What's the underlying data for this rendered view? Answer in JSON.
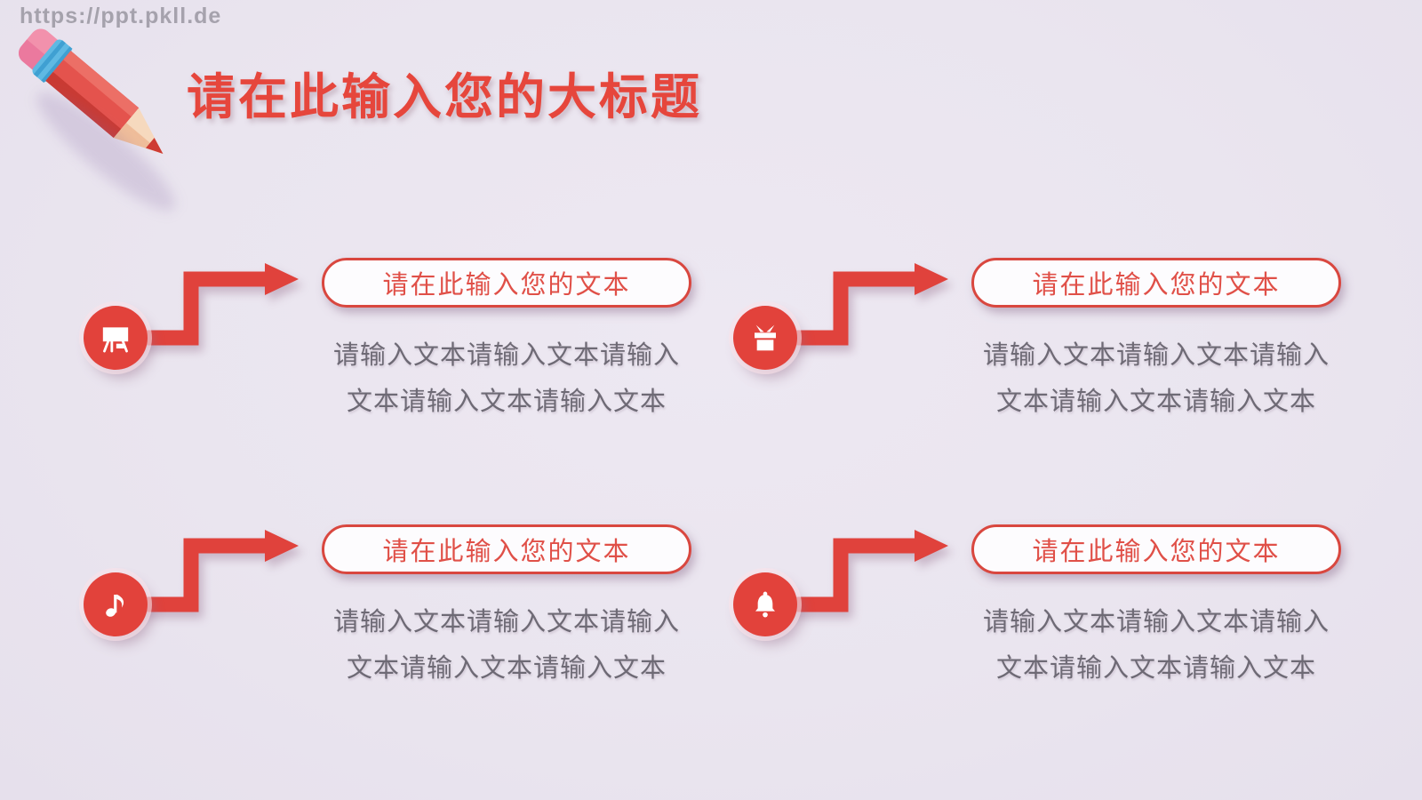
{
  "watermark": "https://ppt.pkll.de",
  "title": "请在此输入您的大标题",
  "colors": {
    "background": "#EAE5EF",
    "title_red": "#E6463C",
    "circle_red": "#E2423B",
    "arrow_red": "#E0423C",
    "pill_border": "#D9473F",
    "pill_text": "#E05048",
    "pill_fill": "#FDFCFE",
    "body_text_gray": "#6E6A75"
  },
  "illustration": {
    "name": "red-pencil"
  },
  "blocks": [
    {
      "icon": "easel-icon",
      "pill_label": "请在此输入您的文本",
      "body_line1": "请输入文本请输入文本请输入",
      "body_line2": "文本请输入文本请输入文本"
    },
    {
      "icon": "gift-icon",
      "pill_label": "请在此输入您的文本",
      "body_line1": "请输入文本请输入文本请输入",
      "body_line2": "文本请输入文本请输入文本"
    },
    {
      "icon": "music-note-icon",
      "pill_label": "请在此输入您的文本",
      "body_line1": "请输入文本请输入文本请输入",
      "body_line2": "文本请输入文本请输入文本"
    },
    {
      "icon": "bell-icon",
      "pill_label": "请在此输入您的文本",
      "body_line1": "请输入文本请输入文本请输入",
      "body_line2": "文本请输入文本请输入文本"
    }
  ]
}
